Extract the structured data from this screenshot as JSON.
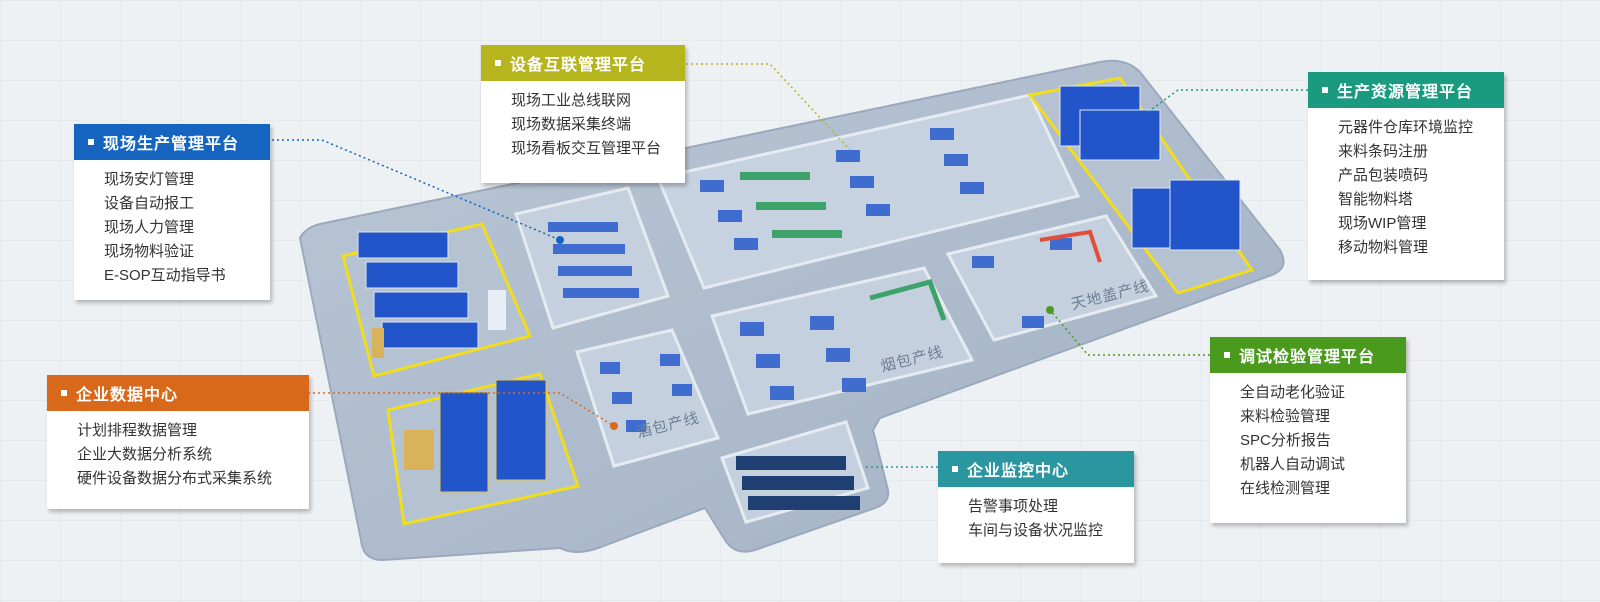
{
  "panels": {
    "field_production": {
      "title": "现场生产管理平台",
      "color": "#1565c0",
      "items": [
        "现场安灯管理",
        "设备自动报工",
        "现场人力管理",
        "现场物料验证",
        "E-SOP互动指导书"
      ]
    },
    "device_iot": {
      "title": "设备互联管理平台",
      "color": "#b7b51e",
      "items": [
        "现场工业总线联网",
        "现场数据采集终端",
        "现场看板交互管理平台"
      ]
    },
    "resource": {
      "title": "生产资源管理平台",
      "color": "#1a9a7e",
      "items": [
        "元器件仓库环境监控",
        "来料条码注册",
        "产品包装喷码",
        "智能物料塔",
        "现场WIP管理",
        "移动物料管理"
      ]
    },
    "data_center": {
      "title": "企业数据中心",
      "color": "#d9691a",
      "items": [
        "计划排程数据管理",
        "企业大数据分析系统",
        "硬件设备数据分布式采集系统"
      ]
    },
    "debug_inspect": {
      "title": "调试检验管理平台",
      "color": "#4a9a1e",
      "items": [
        "全自动老化验证",
        "来料检验管理",
        "SPC分析报告",
        "机器人自动调试",
        "在线检测管理"
      ]
    },
    "monitor": {
      "title": "企业监控中心",
      "color": "#2a96a0",
      "items": [
        "告警事项处理",
        "车间与设备状况监控"
      ]
    }
  },
  "line_labels": {
    "wine": "酒包产线",
    "tobacco": "烟包产线",
    "tiandi": "天地盖产线"
  }
}
